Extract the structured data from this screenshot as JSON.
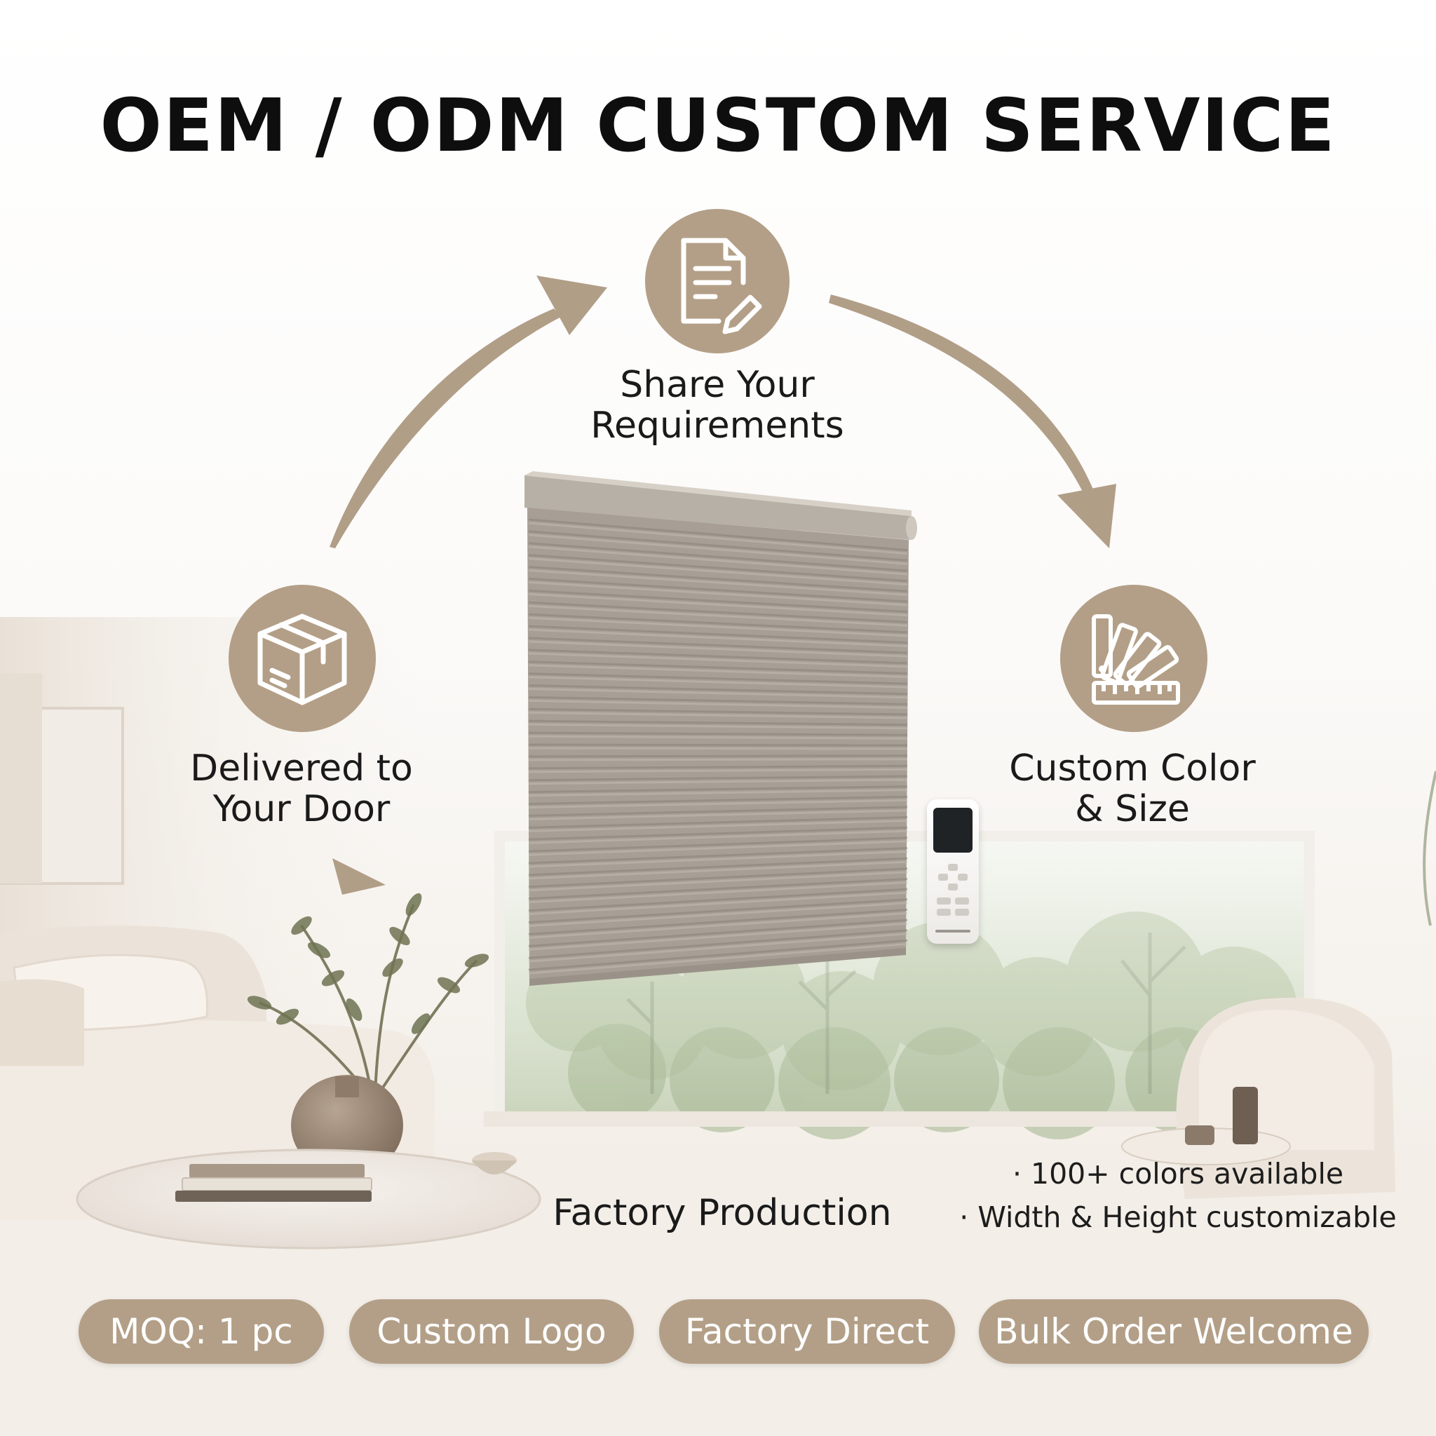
{
  "title": "OEM / ODM CUSTOM SERVICE",
  "colors": {
    "accent": "#b39f87",
    "arrow": "#b19e87",
    "title_text": "#0e0e0e",
    "pill_text": "#ffffff",
    "blind_fabric": "#a79f95"
  },
  "steps": [
    {
      "icon": "document-pen-icon",
      "line1": "Share Your",
      "line2": "Requirements"
    },
    {
      "icon": "color-swatch-ruler-icon",
      "line1": "Custom Color",
      "line2": "& Size"
    },
    {
      "icon": "package-box-icon",
      "line1": "Delivered to",
      "line2": "Your Door"
    }
  ],
  "factory_label": "Factory Production",
  "bullets": [
    "· 100+ colors available",
    "· Width & Height customizable"
  ],
  "badges": [
    "MOQ: 1 pc",
    "Custom Logo",
    "Factory Direct",
    "Bulk Order Welcome"
  ]
}
